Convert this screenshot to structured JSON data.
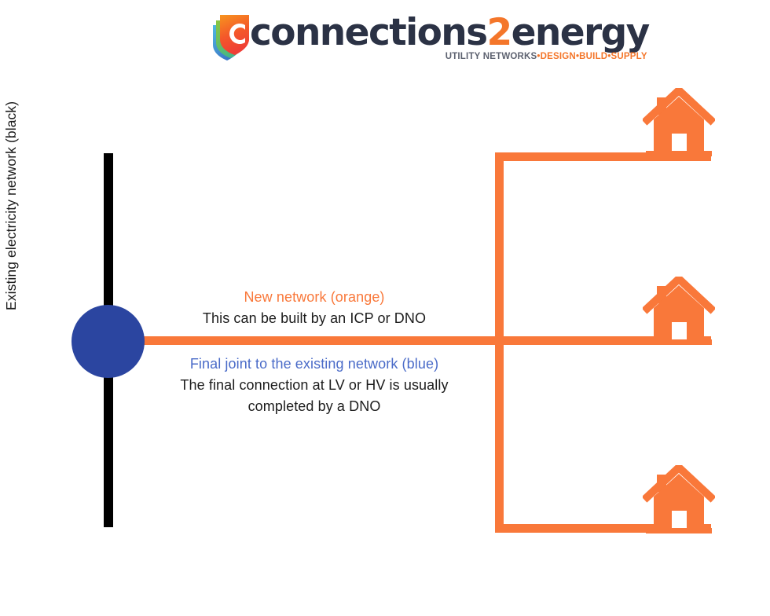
{
  "logo": {
    "mark_name": "connections2energy-shield-mark",
    "wordmark_prefix": "connections",
    "wordmark_accent": "2",
    "wordmark_suffix": "energy",
    "tagline_primary": "UTILITY NETWORKS",
    "tagline_design": "DESIGN",
    "tagline_build": "BUILD",
    "tagline_supply": "SUPPLY",
    "tagline_separator": "•",
    "colors": {
      "wordmark": "#2b3245",
      "accent": "#f4762a",
      "tagline": "#5d6270",
      "mark_orange": "#f4762a",
      "mark_green": "#62b84a",
      "mark_blue": "#3a8ccc"
    }
  },
  "diagram": {
    "existing_network_label": "Existing electricity network (black)",
    "new_network": {
      "title": "New network (orange)",
      "body": "This can be built by an ICP or DNO"
    },
    "final_joint": {
      "title": "Final joint to the existing network (blue)",
      "body_line1": "The final connection at LV or HV is usually",
      "body_line2": "completed by a DNO"
    },
    "colors": {
      "existing_network": "#000000",
      "new_network": "#f9783a",
      "joint": "#2b45a0",
      "joint_text": "#4a6bc8",
      "body_text": "#1c1c1c"
    },
    "houses": [
      {
        "name": "house-top"
      },
      {
        "name": "house-middle"
      },
      {
        "name": "house-bottom"
      }
    ]
  }
}
